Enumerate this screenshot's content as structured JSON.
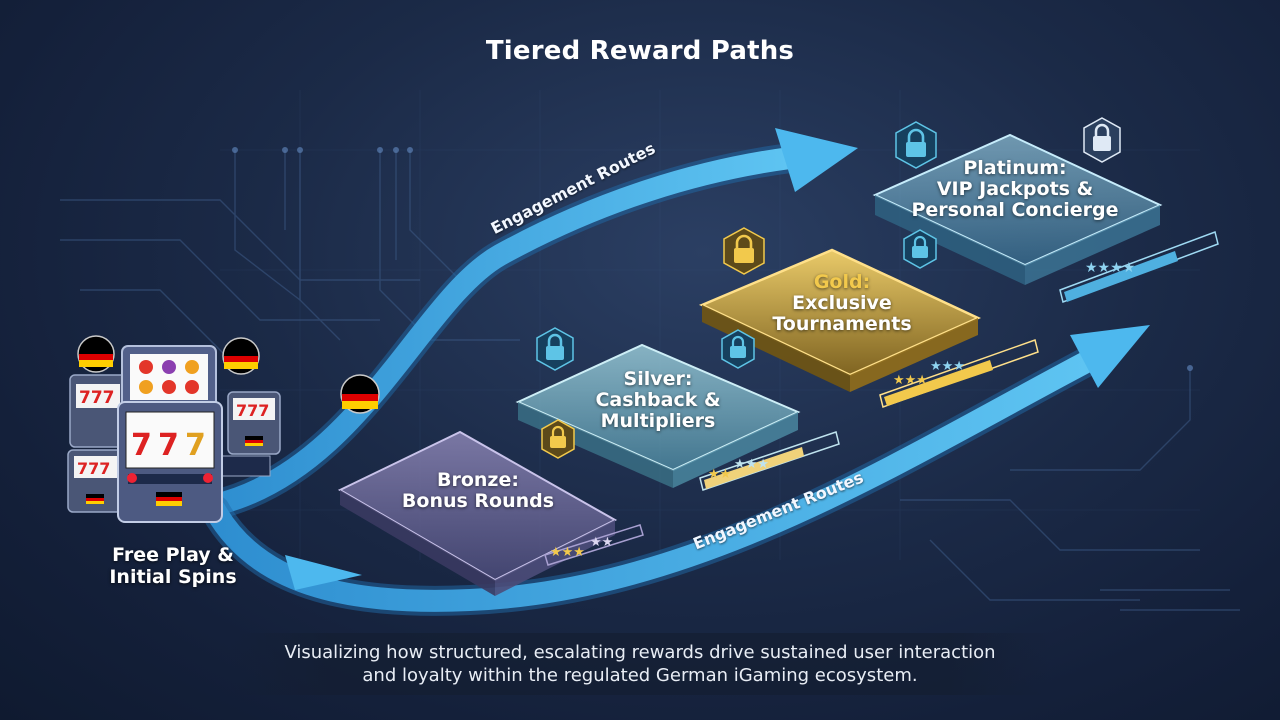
{
  "title": "Tiered Reward Paths",
  "start": {
    "line1": "Free Play &",
    "line2": "Initial Spins"
  },
  "tiers": [
    {
      "id": "bronze",
      "name": "Bronze:",
      "line1": "Bonus Rounds",
      "line2": "",
      "color": "#a59bc4",
      "stars": 5
    },
    {
      "id": "silver",
      "name": "Silver:",
      "line1": "Cashback &",
      "line2": "Multipliers",
      "color": "#7fc4d8",
      "stars": 5
    },
    {
      "id": "gold",
      "name": "Gold:",
      "line1": "Exclusive",
      "line2": "Tournaments",
      "color": "#e8c24a",
      "stars": 6
    },
    {
      "id": "platinum",
      "name": "Platinum:",
      "line1": "VIP Jackpots &",
      "line2": "Personal Concierge",
      "color": "#8fd3f0",
      "stars": 4
    }
  ],
  "routes": {
    "upper": "Engagement Routes",
    "lower": "Engagement Routes"
  },
  "caption": {
    "line1": "Visualizing how structured, escalating rewards drive sustained user interaction",
    "line2": "and loyalty within the regulated German iGaming ecosystem."
  },
  "colors": {
    "arrow": "#3fa9e8",
    "accent_gold": "#f2c94c",
    "lock": "#5ec4e6"
  }
}
